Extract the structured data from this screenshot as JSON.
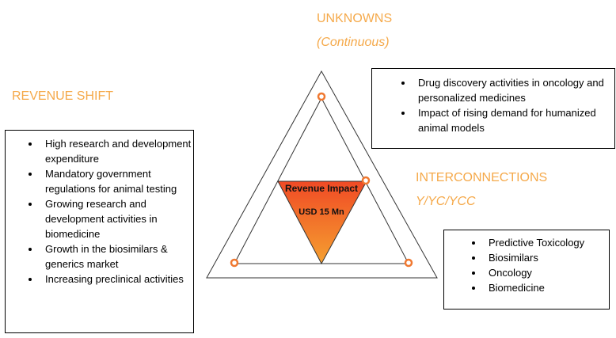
{
  "unknowns": {
    "title": "UNKNOWNS",
    "subtitle": "(Continuous)",
    "items": [
      "Drug discovery activities in oncology and personalized medicines",
      "Impact of rising demand for humanized animal models"
    ]
  },
  "revenue_shift": {
    "title": "REVENUE SHIFT",
    "items": [
      "High research and development expenditure",
      "Mandatory government regulations for animal testing",
      "Growing research and development activities in biomedicine",
      "Growth in the biosimilars & generics market",
      "Increasing preclinical activities"
    ]
  },
  "interconnections": {
    "title": "INTERCONNECTIONS",
    "subtitle": "Y/YC/YCC",
    "items": [
      "Predictive Toxicology",
      "Biosimilars",
      "Oncology",
      "Biomedicine"
    ]
  },
  "center": {
    "title": "Revenue Impact",
    "value": "USD 15 Mn"
  },
  "colors": {
    "accent": "#f5a94a",
    "top": "#f04a25",
    "bottom": "#f5a030"
  }
}
